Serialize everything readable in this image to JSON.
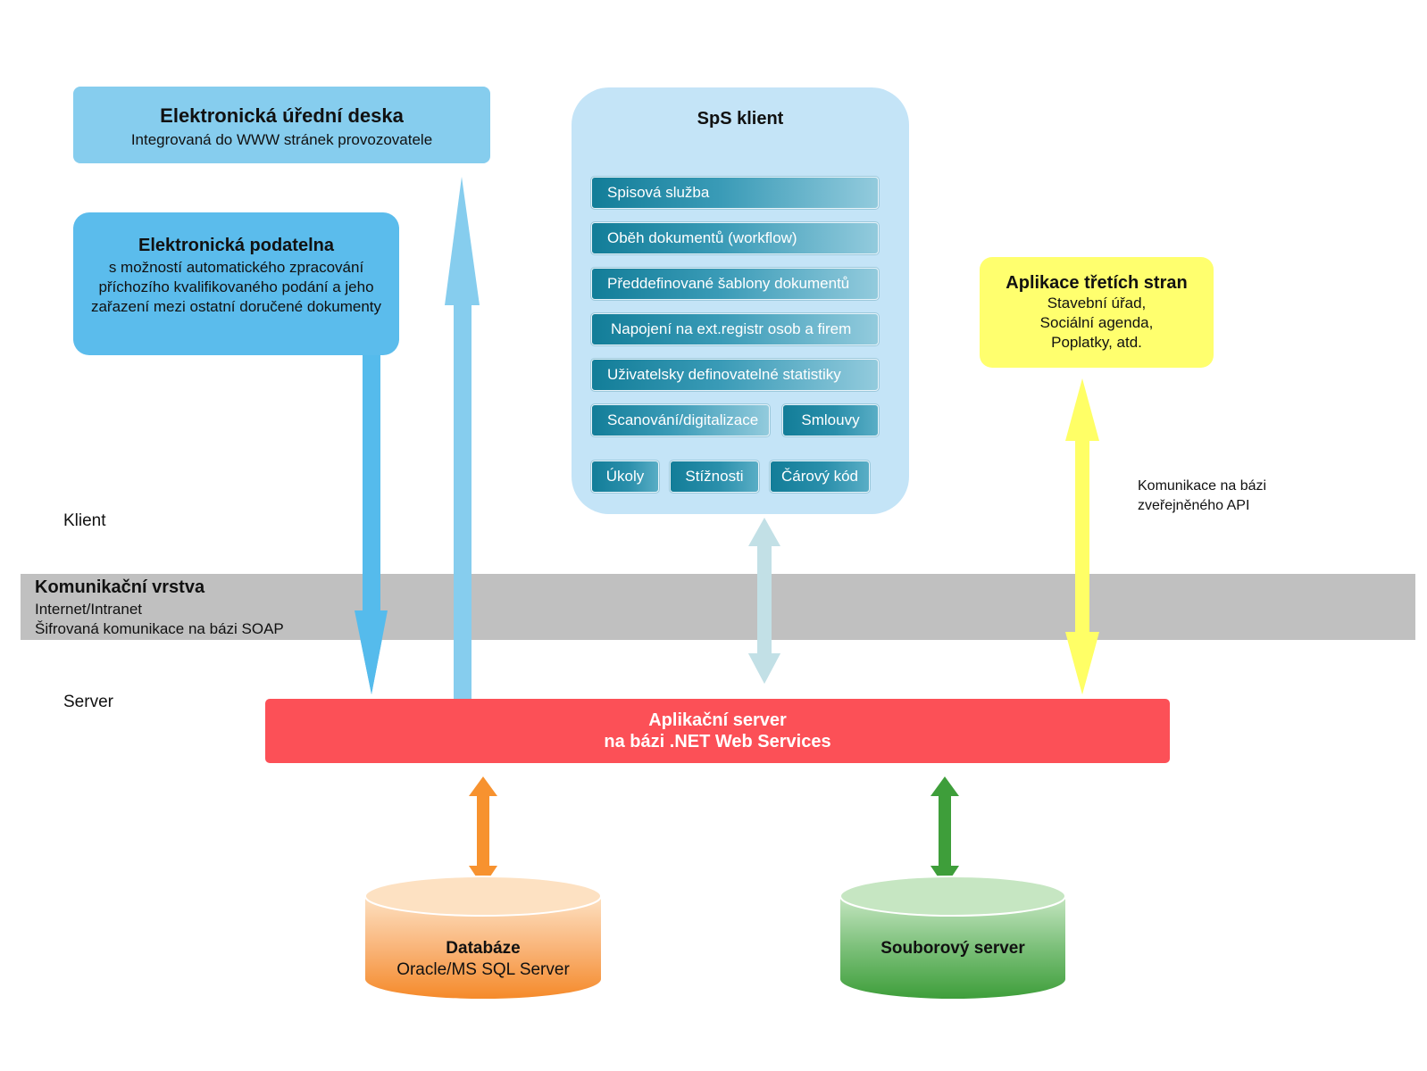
{
  "uredni_deska": {
    "title": "Elektronická úřední deska",
    "subtitle": "Integrovaná do WWW stránek provozovatele"
  },
  "podatelna": {
    "title": "Elektronická podatelna",
    "desc": "s možností automatického zpracování\npříchozího kvalifikovaného podání a jeho\nzařazení mezi ostatní doručené dokumenty"
  },
  "sps_klient": {
    "title": "SpS klient",
    "modules": [
      "Spisová služba",
      "Oběh dokumentů (workflow)",
      "Předdefinované šablony dokumentů",
      "Napojení na ext.registr osob a firem",
      "Uživatelsky definovatelné statistiky",
      "Scanování/digitalizace",
      "Smlouvy",
      "Úkoly",
      "Stížnosti",
      "Čárový kód"
    ]
  },
  "treti_strany": {
    "title": "Aplikace třetích stran",
    "desc": "Stavební úřad,\nSociální agenda,\nPoplatky, atd."
  },
  "api_label": "Komunikace na bázi\nzveřejněného API",
  "klient_label": "Klient",
  "server_label": "Server",
  "komunikacni_vrstva": {
    "title": "Komunikační vrstva",
    "line1": "Internet/Intranet",
    "line2": "Šifrovaná komunikace na bázi SOAP"
  },
  "app_server": {
    "line1": "Aplikační server",
    "line2": "na bázi .NET Web Services"
  },
  "databaze": {
    "title": "Databáze",
    "subtitle": "Oracle/MS SQL Server"
  },
  "souborovy_server": {
    "title": "Souborový server"
  },
  "colors": {
    "uredni": "#86cdee",
    "podatelna": "#5bbcec",
    "sps": "#c4e4f7",
    "treti": "#ffff6e",
    "band": "#c0c0c0",
    "server": "#fc5057",
    "db": "#f7922f",
    "files": "#3e9e3a"
  }
}
